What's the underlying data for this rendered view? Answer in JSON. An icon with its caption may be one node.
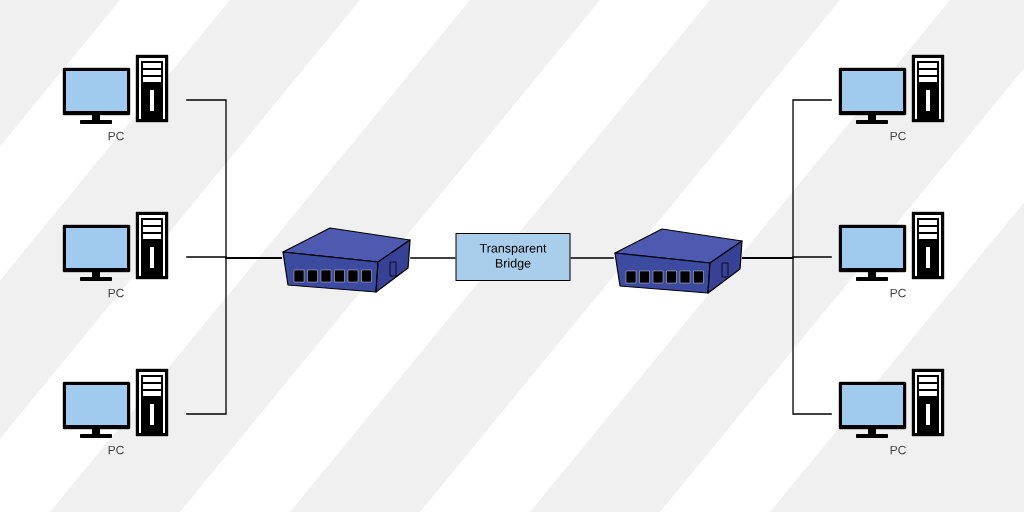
{
  "diagram": {
    "nodes": [
      {
        "text": [],
        "shape": "picture",
        "beside": [
          "PC"
        ]
      },
      {
        "text": [],
        "shape": "picture",
        "beside": [
          "PC"
        ]
      },
      {
        "text": [],
        "shape": "picture",
        "beside": [
          "PC"
        ]
      },
      {
        "text": [],
        "shape": "picture"
      },
      {
        "text": [
          "Transparent Bridge"
        ]
      },
      {
        "text": [],
        "shape": "picture"
      },
      {
        "text": [],
        "shape": "picture",
        "beside": [
          "PC"
        ]
      },
      {
        "text": [],
        "shape": "picture",
        "beside": [
          "PC"
        ]
      },
      {
        "text": [],
        "shape": "picture",
        "beside": [
          "PC"
        ]
      }
    ],
    "edges": [
      {
        "from": 0,
        "to": 3,
        "arrow": "none"
      },
      {
        "from": 1,
        "to": 3,
        "arrow": "none"
      },
      {
        "from": 2,
        "to": 3,
        "arrow": "none"
      },
      {
        "from": 3,
        "to": 4,
        "arrow": "none"
      },
      {
        "from": 4,
        "to": 5,
        "arrow": "none"
      },
      {
        "from": 5,
        "to": 6,
        "arrow": "none"
      },
      {
        "from": 5,
        "to": 7,
        "arrow": "none"
      },
      {
        "from": 5,
        "to": 8,
        "arrow": "none"
      }
    ]
  }
}
